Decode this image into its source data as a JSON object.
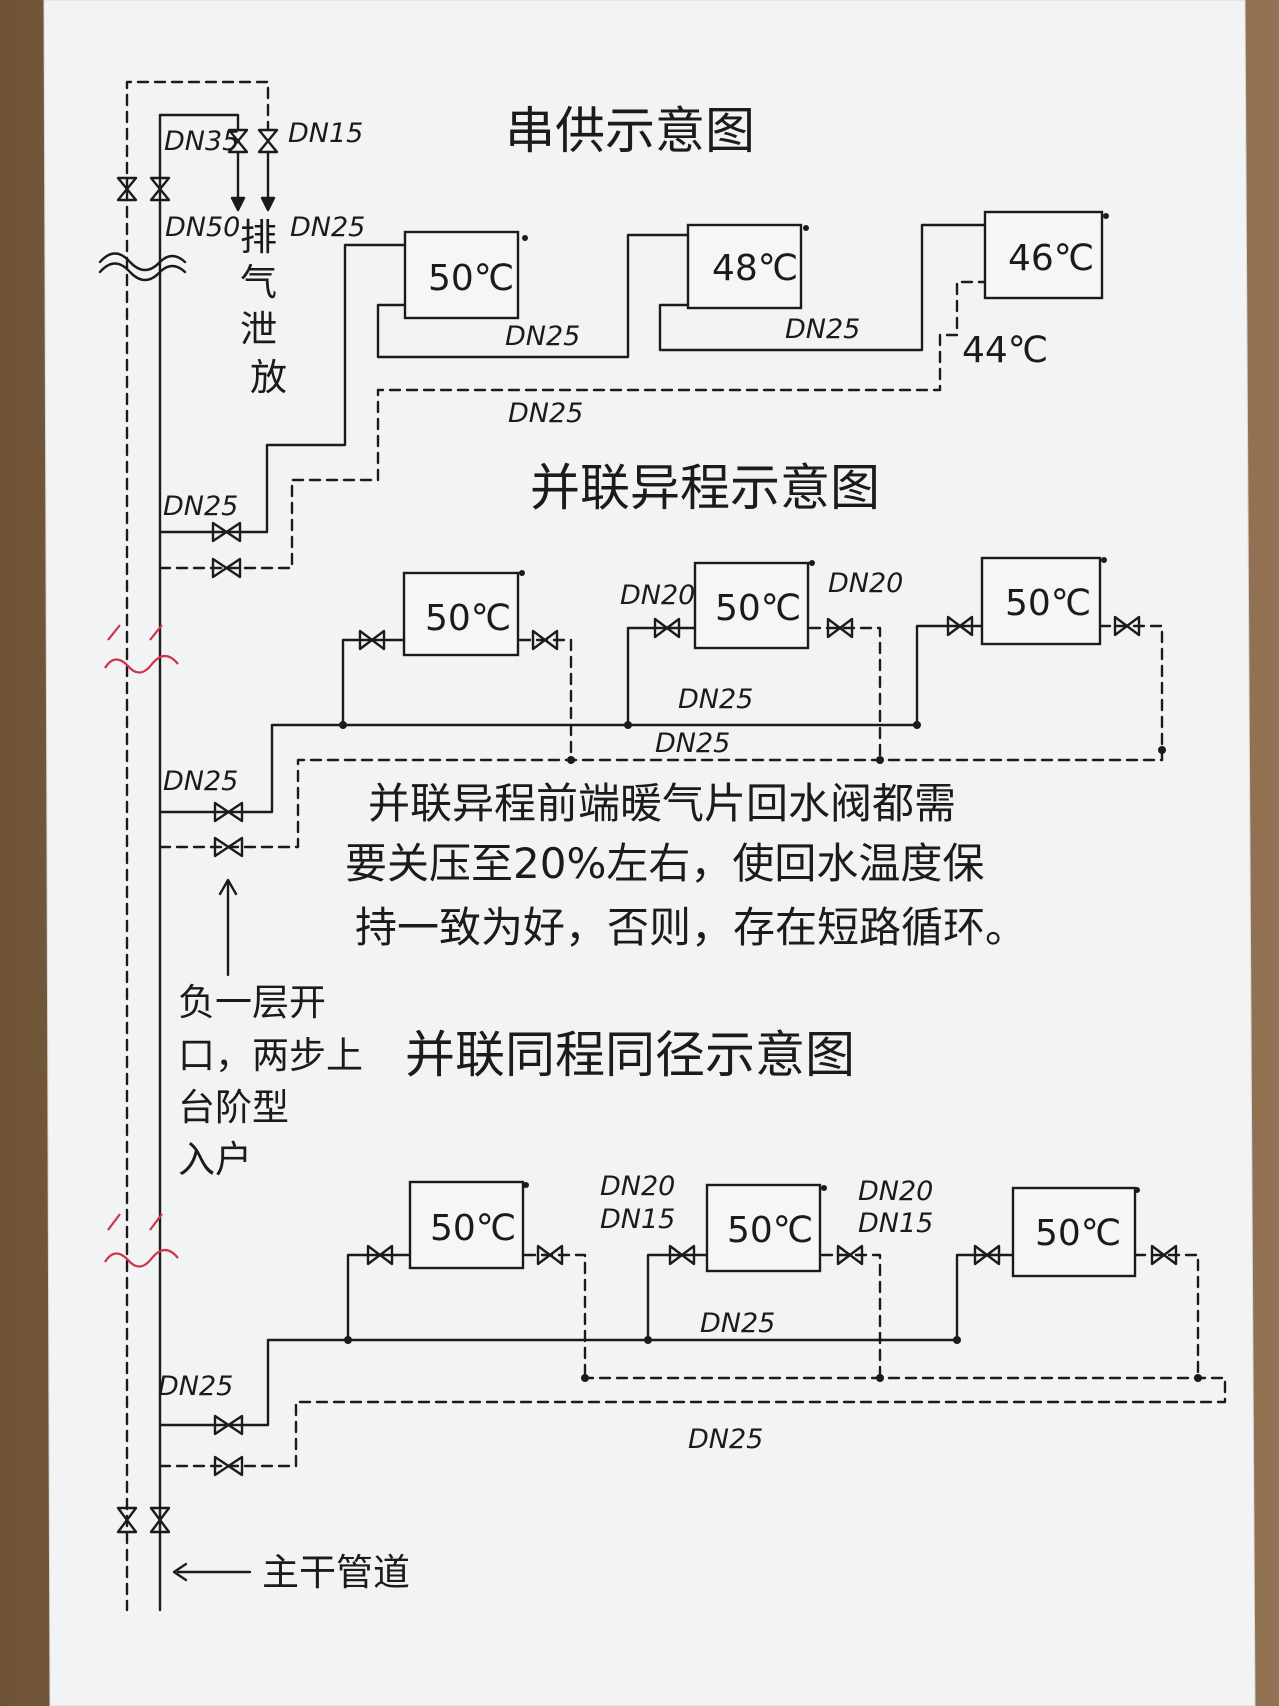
{
  "titles": {
    "series": "串供示意图",
    "reverse_return": "并联异程示意图",
    "direct_return": "并联同程同径示意图"
  },
  "riser": {
    "dn35": "DN35",
    "dn15": "DN15",
    "dn50": "DN50",
    "dn25_left": "DN25",
    "vent_label": [
      "排",
      "气",
      "泄",
      "放"
    ]
  },
  "series": {
    "radiators": [
      {
        "temp": "50℃"
      },
      {
        "temp": "48℃"
      },
      {
        "temp": "46℃"
      }
    ],
    "pipe_a": "DN25",
    "pipe_b": "DN25",
    "pipe_return": "DN25",
    "return_temp": "44℃",
    "branch": "DN25"
  },
  "reverse": {
    "radiators": [
      {
        "temp": "50℃"
      },
      {
        "temp": "50℃"
      },
      {
        "temp": "50℃"
      }
    ],
    "dn20_left": "DN20",
    "dn20_right": "DN20",
    "supply": "DN25",
    "return": "DN25",
    "branch": "DN25"
  },
  "note": {
    "lines": [
      "并联异程前端暖气片回水阀都需",
      "要关压至20%左右，使回水温度保",
      "持一致为好，否则，存在短路循环。"
    ]
  },
  "side_note": {
    "lines": [
      "负一层开",
      "口，两步上",
      "台阶型",
      "入户"
    ]
  },
  "direct": {
    "radiators": [
      {
        "temp": "50℃"
      },
      {
        "temp": "50℃"
      },
      {
        "temp": "50℃"
      }
    ],
    "dn20_a": "DN20",
    "dn15_a": "DN15",
    "dn20_b": "DN20",
    "dn15_b": "DN15",
    "supply": "DN25",
    "return": "DN25",
    "branch": "DN25"
  },
  "bottom": {
    "trunk_label": "主干管道"
  },
  "colors": {
    "ink": "#1b1b1b",
    "break_mark": "#d0344a",
    "paper": "#f3f4f6"
  }
}
